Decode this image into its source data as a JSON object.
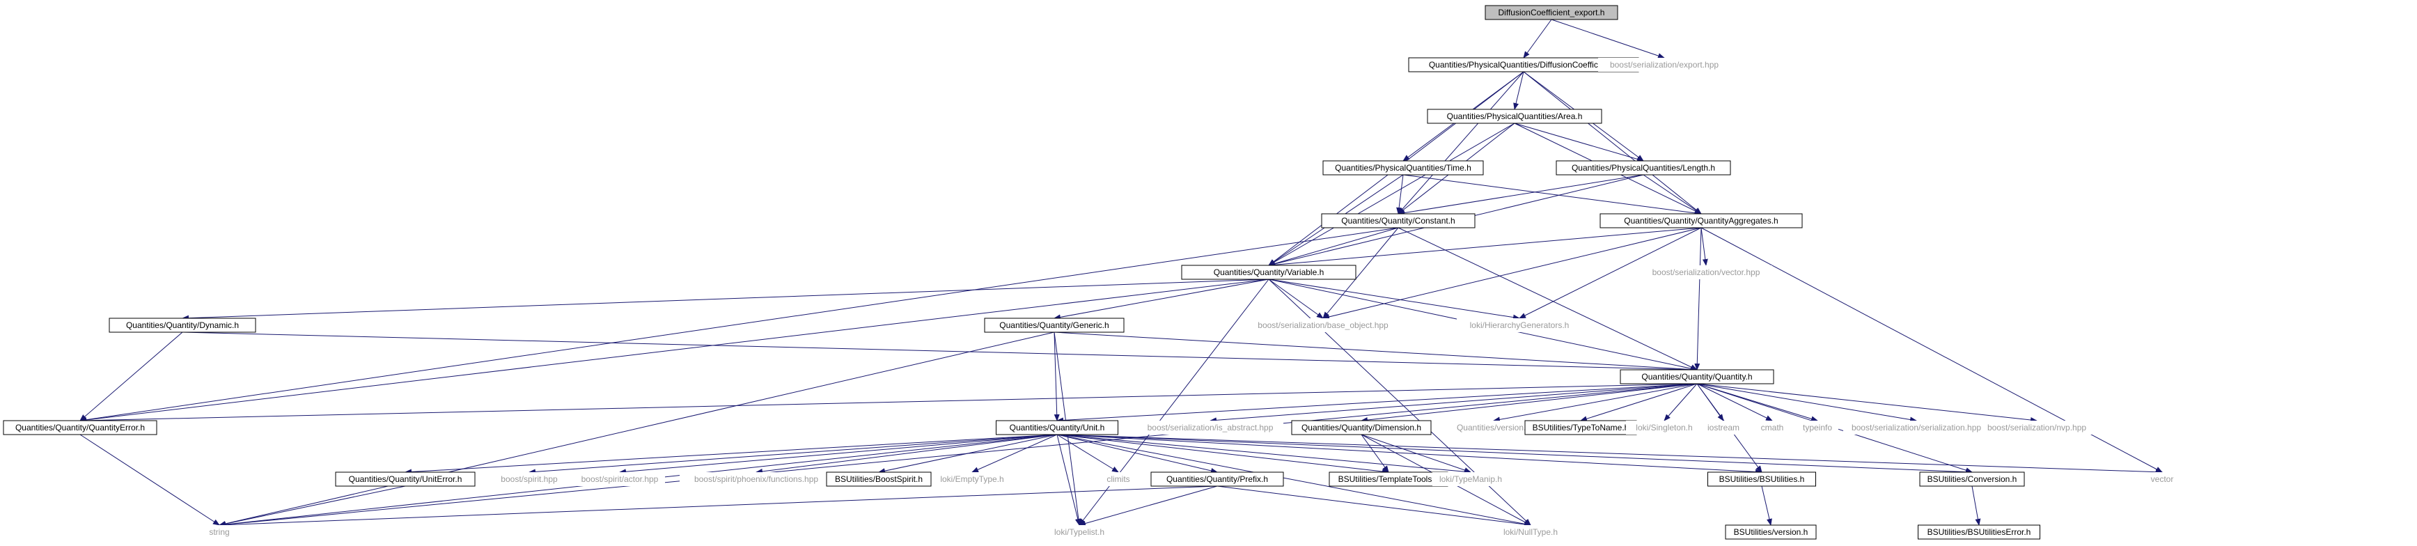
{
  "diagram": {
    "colors": {
      "edge": "#191970",
      "box_border": "#000000",
      "root_fill": "#bfbfbf",
      "box_fill": "#ffffff",
      "external_text": "#9a9a9a"
    },
    "nodes": [
      {
        "id": "root",
        "label": "DiffusionCoefficient_export.h",
        "kind": "root"
      },
      {
        "id": "diffusion",
        "label": "Quantities/PhysicalQuantities/DiffusionCoefficient.h",
        "kind": "file"
      },
      {
        "id": "bs_export",
        "label": "boost/serialization/export.hpp",
        "kind": "external"
      },
      {
        "id": "area",
        "label": "Quantities/PhysicalQuantities/Area.h",
        "kind": "file"
      },
      {
        "id": "time",
        "label": "Quantities/PhysicalQuantities/Time.h",
        "kind": "file"
      },
      {
        "id": "length",
        "label": "Quantities/PhysicalQuantities/Length.h",
        "kind": "file"
      },
      {
        "id": "constant",
        "label": "Quantities/Quantity/Constant.h",
        "kind": "file"
      },
      {
        "id": "aggregates",
        "label": "Quantities/Quantity/QuantityAggregates.h",
        "kind": "file"
      },
      {
        "id": "variable",
        "label": "Quantities/Quantity/Variable.h",
        "kind": "file"
      },
      {
        "id": "bs_vector",
        "label": "boost/serialization/vector.hpp",
        "kind": "external"
      },
      {
        "id": "dynamic",
        "label": "Quantities/Quantity/Dynamic.h",
        "kind": "file"
      },
      {
        "id": "generic",
        "label": "Quantities/Quantity/Generic.h",
        "kind": "file"
      },
      {
        "id": "bs_base",
        "label": "boost/serialization/base_object.hpp",
        "kind": "external"
      },
      {
        "id": "loki_hier",
        "label": "loki/HierarchyGenerators.h",
        "kind": "external"
      },
      {
        "id": "quantity",
        "label": "Quantities/Quantity/Quantity.h",
        "kind": "file"
      },
      {
        "id": "qerror",
        "label": "Quantities/Quantity/QuantityError.h",
        "kind": "file"
      },
      {
        "id": "unit",
        "label": "Quantities/Quantity/Unit.h",
        "kind": "file"
      },
      {
        "id": "bs_isabs",
        "label": "boost/serialization/is_abstract.hpp",
        "kind": "external"
      },
      {
        "id": "dimension",
        "label": "Quantities/Quantity/Dimension.h",
        "kind": "file"
      },
      {
        "id": "qversion",
        "label": "Quantities/version.h",
        "kind": "external"
      },
      {
        "id": "typetoname",
        "label": "BSUtilities/TypeToName.h",
        "kind": "file"
      },
      {
        "id": "loki_single",
        "label": "loki/Singleton.h",
        "kind": "external"
      },
      {
        "id": "iostream",
        "label": "iostream",
        "kind": "external"
      },
      {
        "id": "cmath",
        "label": "cmath",
        "kind": "external"
      },
      {
        "id": "typeinfo",
        "label": "typeinfo",
        "kind": "external"
      },
      {
        "id": "bs_ser",
        "label": "boost/serialization/serialization.hpp",
        "kind": "external"
      },
      {
        "id": "bs_nvp",
        "label": "boost/serialization/nvp.hpp",
        "kind": "external"
      },
      {
        "id": "uniterror",
        "label": "Quantities/Quantity/UnitError.h",
        "kind": "file"
      },
      {
        "id": "spirit",
        "label": "boost/spirit.hpp",
        "kind": "external"
      },
      {
        "id": "spirit_actor",
        "label": "boost/spirit/actor.hpp",
        "kind": "external"
      },
      {
        "id": "spirit_phoenix",
        "label": "boost/spirit/phoenix/functions.hpp",
        "kind": "external"
      },
      {
        "id": "bsboostspirit",
        "label": "BSUtilities/BoostSpirit.h",
        "kind": "file"
      },
      {
        "id": "loki_empty",
        "label": "loki/EmptyType.h",
        "kind": "external"
      },
      {
        "id": "climits",
        "label": "climits",
        "kind": "external"
      },
      {
        "id": "prefix",
        "label": "Quantities/Quantity/Prefix.h",
        "kind": "file"
      },
      {
        "id": "templatetools",
        "label": "BSUtilities/TemplateTools.h",
        "kind": "file"
      },
      {
        "id": "loki_typemap",
        "label": "loki/TypeManip.h",
        "kind": "external"
      },
      {
        "id": "bsutilities",
        "label": "BSUtilities/BSUtilities.h",
        "kind": "file"
      },
      {
        "id": "conversion",
        "label": "BSUtilities/Conversion.h",
        "kind": "file"
      },
      {
        "id": "vector",
        "label": "vector",
        "kind": "external"
      },
      {
        "id": "string",
        "label": "string",
        "kind": "external"
      },
      {
        "id": "loki_typelist",
        "label": "loki/Typelist.h",
        "kind": "external"
      },
      {
        "id": "loki_null",
        "label": "loki/NullType.h",
        "kind": "external"
      },
      {
        "id": "bsversion",
        "label": "BSUtilities/version.h",
        "kind": "file"
      },
      {
        "id": "bserror",
        "label": "BSUtilities/BSUtilitiesError.h",
        "kind": "file"
      }
    ],
    "edges": [
      [
        "root",
        "diffusion"
      ],
      [
        "root",
        "bs_export"
      ],
      [
        "diffusion",
        "area"
      ],
      [
        "diffusion",
        "time"
      ],
      [
        "diffusion",
        "length"
      ],
      [
        "diffusion",
        "constant"
      ],
      [
        "diffusion",
        "aggregates"
      ],
      [
        "diffusion",
        "variable"
      ],
      [
        "area",
        "length"
      ],
      [
        "area",
        "constant"
      ],
      [
        "area",
        "aggregates"
      ],
      [
        "area",
        "variable"
      ],
      [
        "time",
        "constant"
      ],
      [
        "time",
        "aggregates"
      ],
      [
        "time",
        "variable"
      ],
      [
        "length",
        "constant"
      ],
      [
        "length",
        "aggregates"
      ],
      [
        "length",
        "variable"
      ],
      [
        "constant",
        "variable"
      ],
      [
        "constant",
        "qerror"
      ],
      [
        "constant",
        "bs_base"
      ],
      [
        "constant",
        "quantity"
      ],
      [
        "aggregates",
        "variable"
      ],
      [
        "aggregates",
        "bs_vector"
      ],
      [
        "aggregates",
        "bs_base"
      ],
      [
        "aggregates",
        "loki_hier"
      ],
      [
        "aggregates",
        "quantity"
      ],
      [
        "aggregates",
        "vector"
      ],
      [
        "variable",
        "dynamic"
      ],
      [
        "variable",
        "generic"
      ],
      [
        "variable",
        "bs_base"
      ],
      [
        "variable",
        "loki_hier"
      ],
      [
        "variable",
        "quantity"
      ],
      [
        "variable",
        "qerror"
      ],
      [
        "variable",
        "loki_typelist"
      ],
      [
        "variable",
        "loki_null"
      ],
      [
        "dynamic",
        "qerror"
      ],
      [
        "dynamic",
        "quantity"
      ],
      [
        "generic",
        "unit"
      ],
      [
        "generic",
        "quantity"
      ],
      [
        "generic",
        "string"
      ],
      [
        "generic",
        "loki_typelist"
      ],
      [
        "quantity",
        "qerror"
      ],
      [
        "quantity",
        "unit"
      ],
      [
        "quantity",
        "bs_isabs"
      ],
      [
        "quantity",
        "dimension"
      ],
      [
        "quantity",
        "qversion"
      ],
      [
        "quantity",
        "typetoname"
      ],
      [
        "quantity",
        "bsutilities"
      ],
      [
        "quantity",
        "loki_single"
      ],
      [
        "quantity",
        "iostream"
      ],
      [
        "quantity",
        "cmath"
      ],
      [
        "quantity",
        "typeinfo"
      ],
      [
        "quantity",
        "bs_ser"
      ],
      [
        "quantity",
        "bs_nvp"
      ],
      [
        "quantity",
        "conversion"
      ],
      [
        "quantity",
        "string"
      ],
      [
        "qerror",
        "string"
      ],
      [
        "unit",
        "uniterror"
      ],
      [
        "unit",
        "spirit"
      ],
      [
        "unit",
        "spirit_actor"
      ],
      [
        "unit",
        "spirit_phoenix"
      ],
      [
        "unit",
        "bsboostspirit"
      ],
      [
        "unit",
        "loki_empty"
      ],
      [
        "unit",
        "climits"
      ],
      [
        "unit",
        "prefix"
      ],
      [
        "unit",
        "templatetools"
      ],
      [
        "unit",
        "loki_typemap"
      ],
      [
        "unit",
        "bsutilities"
      ],
      [
        "unit",
        "conversion"
      ],
      [
        "unit",
        "vector"
      ],
      [
        "unit",
        "string"
      ],
      [
        "unit",
        "loki_typelist"
      ],
      [
        "unit",
        "loki_null"
      ],
      [
        "uniterror",
        "string"
      ],
      [
        "prefix",
        "string"
      ],
      [
        "prefix",
        "loki_typelist"
      ],
      [
        "prefix",
        "loki_null"
      ],
      [
        "dimension",
        "templatetools"
      ],
      [
        "dimension",
        "loki_typemap"
      ],
      [
        "dimension",
        "loki_null"
      ],
      [
        "bsutilities",
        "bsversion"
      ],
      [
        "conversion",
        "bserror"
      ]
    ]
  }
}
